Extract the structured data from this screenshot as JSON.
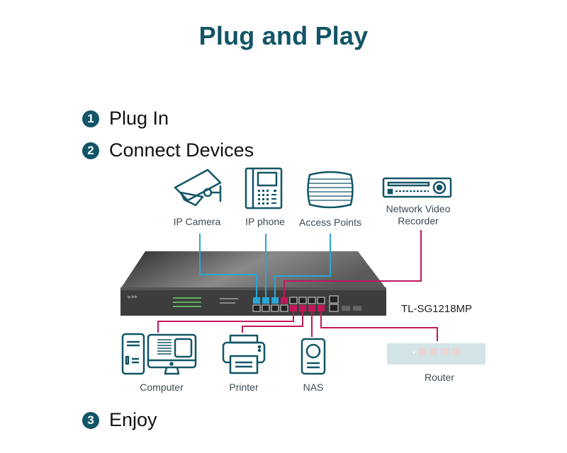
{
  "title": "Plug and Play",
  "steps": [
    {
      "number": "1",
      "label": "Plug In"
    },
    {
      "number": "2",
      "label": "Connect Devices"
    },
    {
      "number": "3",
      "label": "Enjoy"
    }
  ],
  "devices_top": [
    {
      "name": "IP Camera",
      "icon": "camera-icon",
      "link": "poe"
    },
    {
      "name": "IP phone",
      "icon": "phone-icon",
      "link": "poe"
    },
    {
      "name": "Access Points",
      "icon": "access-point-icon",
      "link": "poe"
    },
    {
      "name": "Network Video Recorder",
      "name_lines": [
        "Network Video",
        "Recorder"
      ],
      "icon": "nvr-icon",
      "link": "data"
    }
  ],
  "devices_bottom": [
    {
      "name": "Computer",
      "icon": "computer-icon",
      "link": "data"
    },
    {
      "name": "Printer",
      "icon": "printer-icon",
      "link": "data"
    },
    {
      "name": "NAS",
      "icon": "nas-icon",
      "link": "data"
    },
    {
      "name": "Router",
      "icon": "router-icon",
      "link": "data"
    }
  ],
  "switch": {
    "model": "TL-SG1218MP"
  },
  "colors": {
    "accent": "#115566",
    "poe_cable": "#2aa6d6",
    "data_cable": "#c2185b",
    "switch_body": "#3a3a3a",
    "router_body": "#d2e4e8"
  }
}
